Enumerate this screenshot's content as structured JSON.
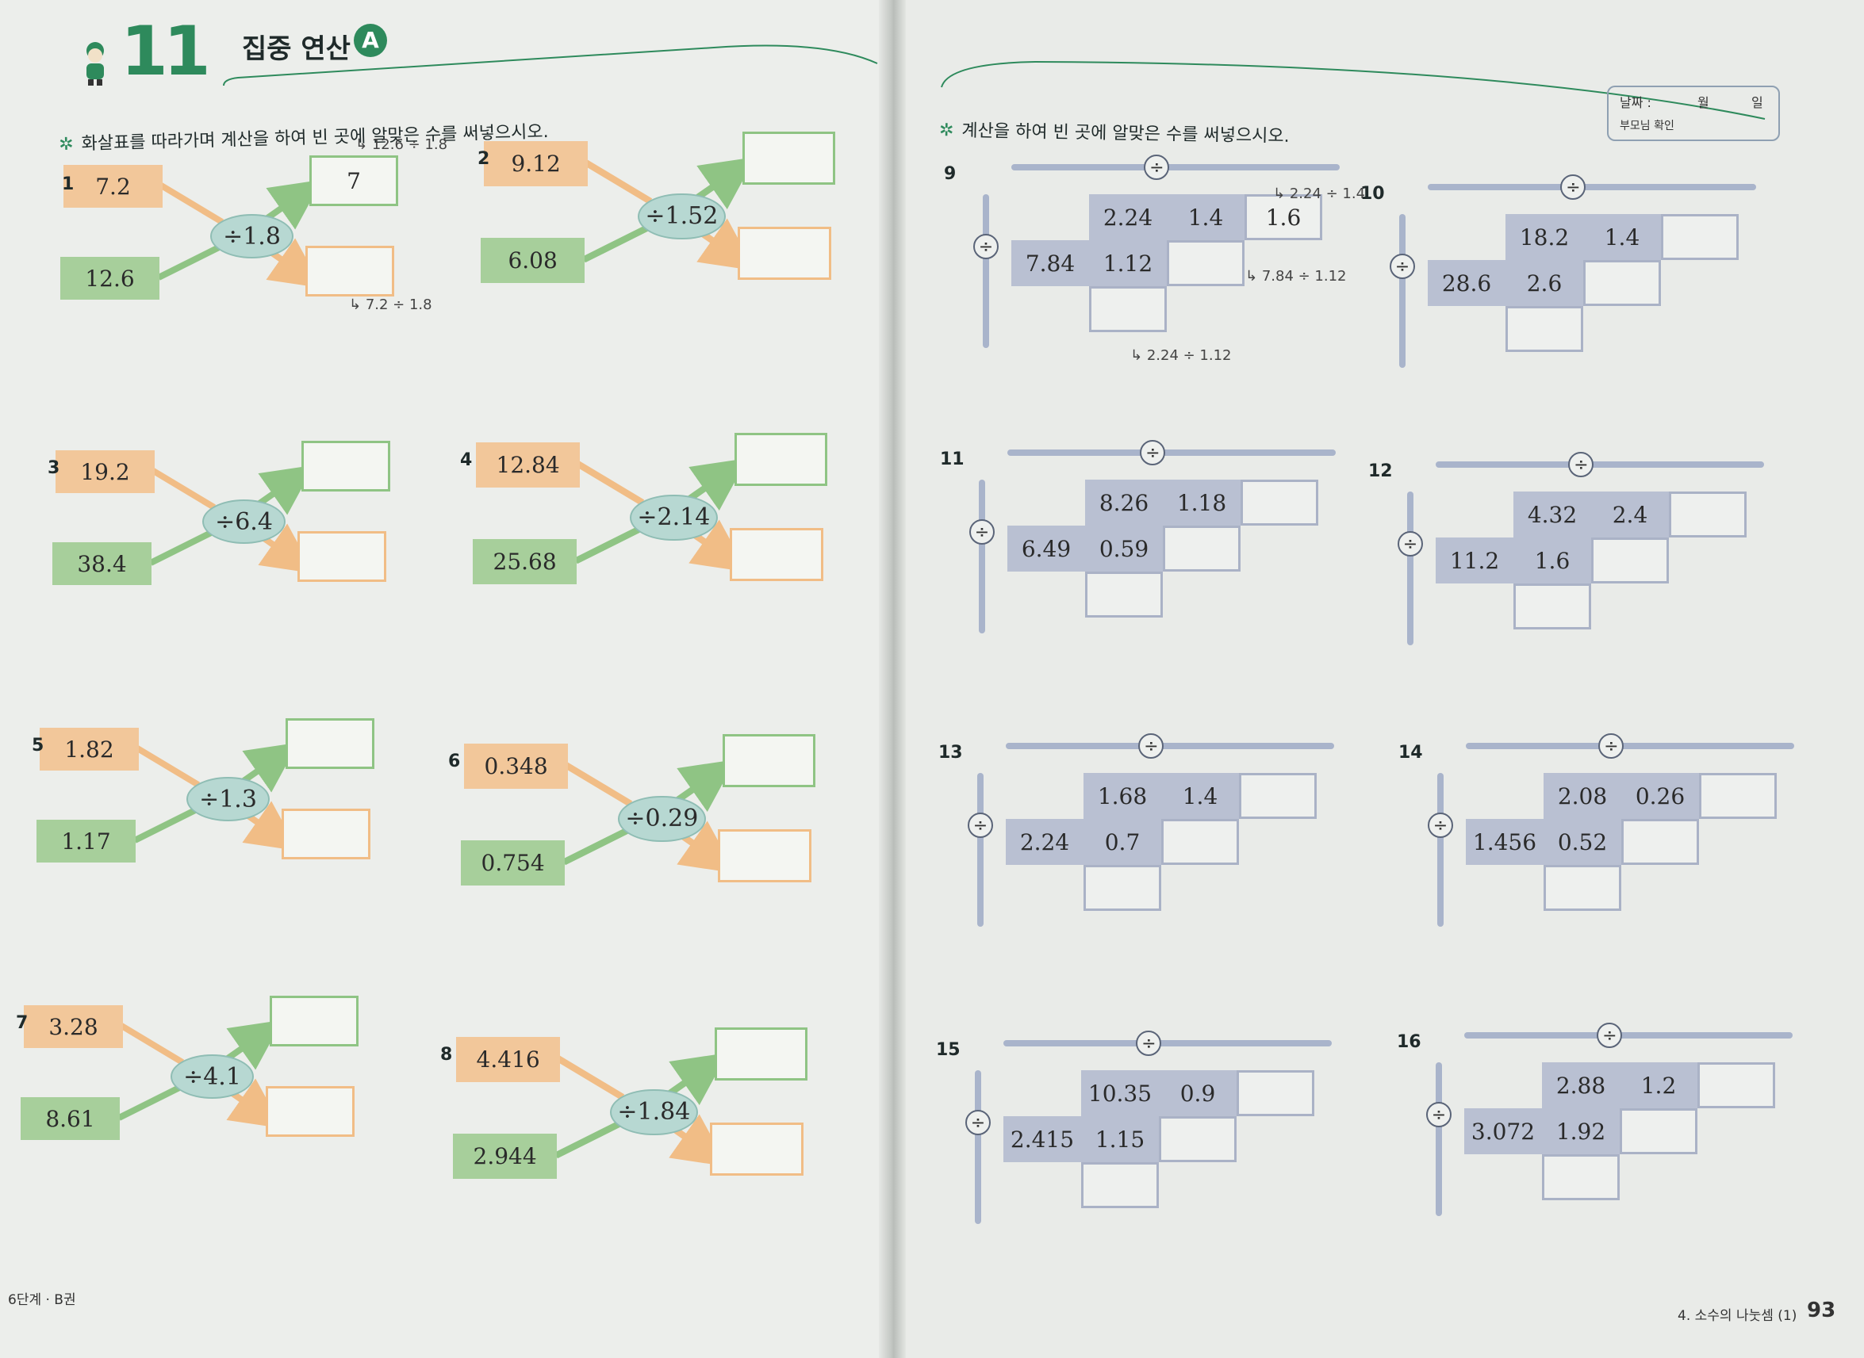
{
  "header": {
    "unit_number": "11",
    "title": "집중 연산",
    "badge": "A"
  },
  "left": {
    "instruction": "화살표를 따라가며 계산을 하여 빈 곳에 알맞은 수를 써넣으시오.",
    "problems": [
      {
        "num": "1",
        "top": "7.2",
        "bottom": "12.6",
        "op": "÷1.8",
        "answer_top": "7",
        "answer_bottom": "",
        "hint_top": "12.6 ÷ 1.8",
        "hint_bottom": "7.2 ÷ 1.8"
      },
      {
        "num": "2",
        "top": "9.12",
        "bottom": "6.08",
        "op": "÷1.52",
        "answer_top": "",
        "answer_bottom": ""
      },
      {
        "num": "3",
        "top": "19.2",
        "bottom": "38.4",
        "op": "÷6.4",
        "answer_top": "",
        "answer_bottom": ""
      },
      {
        "num": "4",
        "top": "12.84",
        "bottom": "25.68",
        "op": "÷2.14",
        "answer_top": "",
        "answer_bottom": ""
      },
      {
        "num": "5",
        "top": "1.82",
        "bottom": "1.17",
        "op": "÷1.3",
        "answer_top": "",
        "answer_bottom": ""
      },
      {
        "num": "6",
        "top": "0.348",
        "bottom": "0.754",
        "op": "÷0.29",
        "answer_top": "",
        "answer_bottom": ""
      },
      {
        "num": "7",
        "top": "3.28",
        "bottom": "8.61",
        "op": "÷4.1",
        "answer_top": "",
        "answer_bottom": ""
      },
      {
        "num": "8",
        "top": "4.416",
        "bottom": "2.944",
        "op": "÷1.84",
        "answer_top": "",
        "answer_bottom": ""
      }
    ],
    "footer": "6단계 · B권"
  },
  "right": {
    "instruction": "계산을 하여 빈 곳에 알맞은 수를 써넣으시오.",
    "date_label": "날짜 :",
    "month_label": "월",
    "day_label": "일",
    "parent_label": "부모님 확인",
    "div_symbol": "÷",
    "problems": [
      {
        "num": "9",
        "a": "2.24",
        "b": "1.4",
        "c": "7.84",
        "d": "1.12",
        "ab": "1.6",
        "hint_ab": "2.24 ÷ 1.4",
        "hint_cd": "7.84 ÷ 1.12",
        "hint_ac": "2.24 ÷ 1.12"
      },
      {
        "num": "10",
        "a": "18.2",
        "b": "1.4",
        "c": "28.6",
        "d": "2.6",
        "ab": ""
      },
      {
        "num": "11",
        "a": "8.26",
        "b": "1.18",
        "c": "6.49",
        "d": "0.59",
        "ab": ""
      },
      {
        "num": "12",
        "a": "4.32",
        "b": "2.4",
        "c": "11.2",
        "d": "1.6",
        "ab": ""
      },
      {
        "num": "13",
        "a": "1.68",
        "b": "1.4",
        "c": "2.24",
        "d": "0.7",
        "ab": ""
      },
      {
        "num": "14",
        "a": "2.08",
        "b": "0.26",
        "c": "1.456",
        "d": "0.52",
        "ab": ""
      },
      {
        "num": "15",
        "a": "10.35",
        "b": "0.9",
        "c": "2.415",
        "d": "1.15",
        "ab": ""
      },
      {
        "num": "16",
        "a": "2.88",
        "b": "1.2",
        "c": "3.072",
        "d": "1.92",
        "ab": ""
      }
    ],
    "footer_chapter": "4. 소수의 나눗셈 (1)",
    "page_number": "93"
  },
  "colors": {
    "green": "#2e8a5c",
    "orange_box": "#f2c79a",
    "green_box": "#a7cf9b",
    "grid_fill": "#b9c0d2"
  }
}
